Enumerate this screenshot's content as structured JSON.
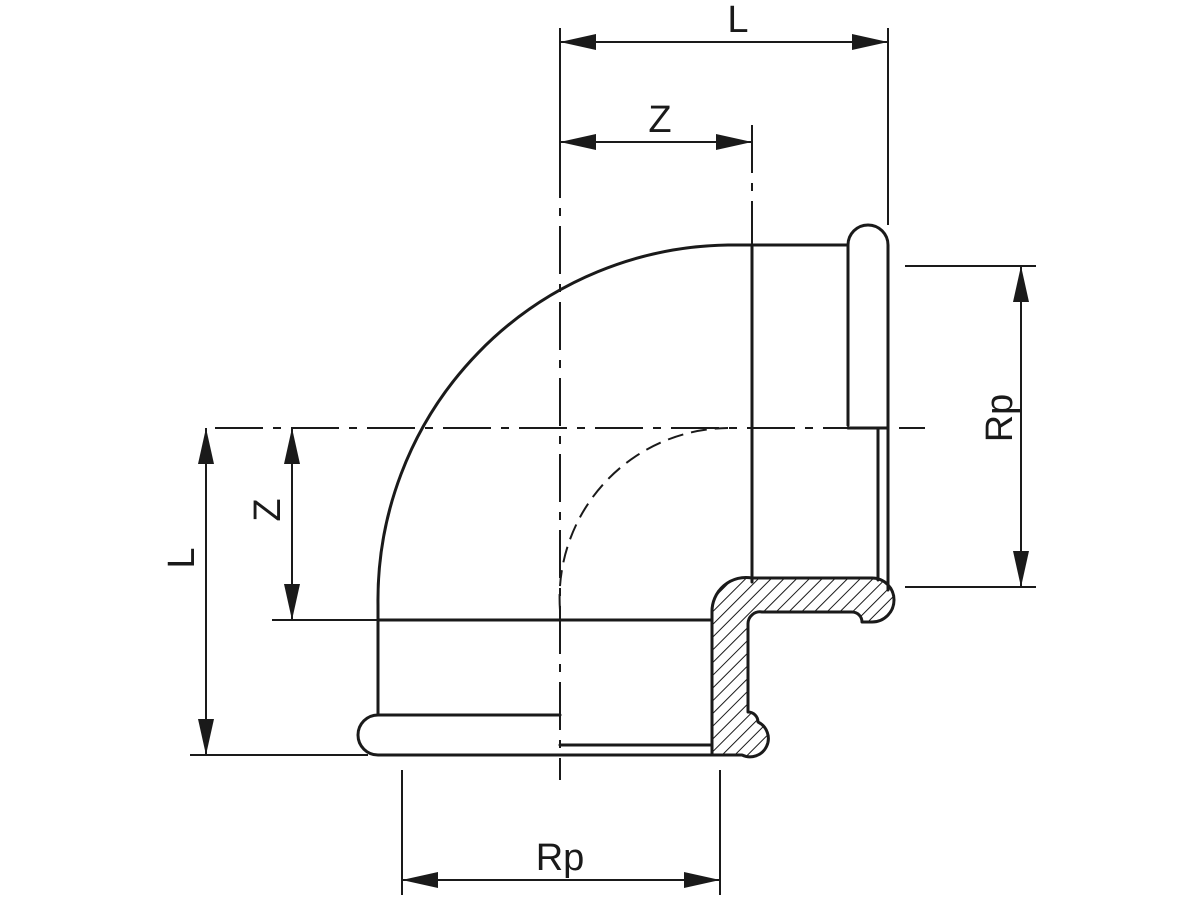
{
  "labels": {
    "top_length": "L",
    "top_offset": "Z",
    "left_length": "L",
    "left_offset": "Z",
    "right_thread": "Rp",
    "bottom_thread": "Rp"
  }
}
